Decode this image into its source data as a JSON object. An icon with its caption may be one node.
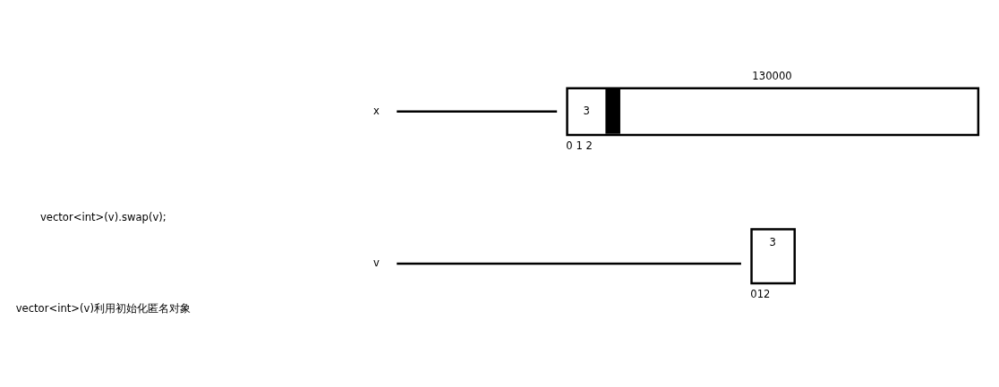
{
  "diagram": {
    "nodes": [
      {
        "text": [
          "v"
        ]
      },
      {
        "text": [
          "x"
        ]
      },
      {
        "text": [
          "3"
        ],
        "beside": [
          "130000",
          "0 1 2"
        ]
      },
      {
        "text": [
          "3"
        ],
        "beside": [
          "012"
        ]
      }
    ],
    "edges": [
      {
        "from": 0,
        "to": 3,
        "arrow": "none"
      },
      {
        "from": 1,
        "to": 2,
        "arrow": "none"
      }
    ],
    "labels": [
      "vector<int>(v).swap(v);",
      "vector<int>(v)利用初始化匿名对象"
    ]
  }
}
